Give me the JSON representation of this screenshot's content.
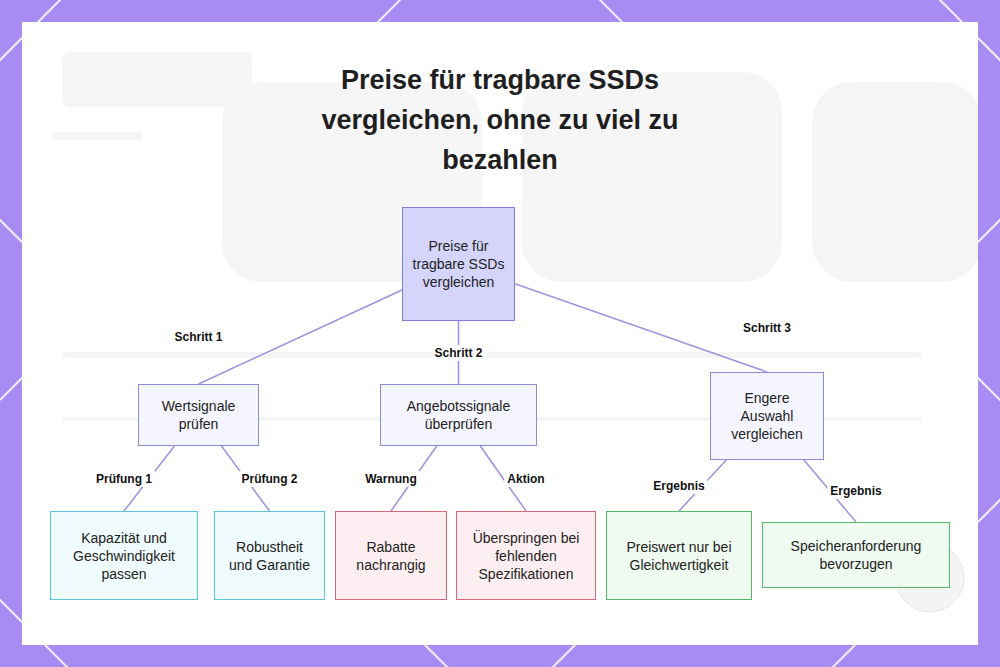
{
  "diagram": {
    "title": "Preise für tragbare SSDs vergleichen, ohne zu viel zu bezahlen",
    "nodes": [
      {
        "text": [
          "Preise für tragbare SSDs vergleichen"
        ]
      },
      {
        "text": [
          "Wertsignale prüfen"
        ]
      },
      {
        "text": [
          "Angebotssignale überprüfen"
        ]
      },
      {
        "text": [
          "Engere Auswahl vergleichen"
        ]
      },
      {
        "text": [
          "Kapazität und Geschwindigkeit passen"
        ]
      },
      {
        "text": [
          "Robustheit und Garantie"
        ]
      },
      {
        "text": [
          "Rabatte nachrangig"
        ]
      },
      {
        "text": [
          "Überspringen bei fehlenden Spezifikationen"
        ]
      },
      {
        "text": [
          "Preiswert nur bei Gleichwertigkeit"
        ]
      },
      {
        "text": [
          "Speicheranforderung bevorzugen"
        ]
      }
    ],
    "edges": [
      {
        "from": 0,
        "to": 1,
        "label": "Schritt 1",
        "arrow": "none"
      },
      {
        "from": 0,
        "to": 2,
        "label": "Schritt 2",
        "arrow": "none"
      },
      {
        "from": 0,
        "to": 3,
        "label": "Schritt 3",
        "arrow": "none"
      },
      {
        "from": 1,
        "to": 4,
        "label": "Prüfung 1",
        "arrow": "none"
      },
      {
        "from": 1,
        "to": 5,
        "label": "Prüfung 2",
        "arrow": "none"
      },
      {
        "from": 2,
        "to": 6,
        "label": "Warnung",
        "arrow": "none"
      },
      {
        "from": 2,
        "to": 7,
        "label": "Aktion",
        "arrow": "none"
      },
      {
        "from": 3,
        "to": 8,
        "label": "Ergebnis",
        "arrow": "none"
      },
      {
        "from": 3,
        "to": 9,
        "label": "Ergebnis",
        "arrow": "none"
      }
    ]
  }
}
